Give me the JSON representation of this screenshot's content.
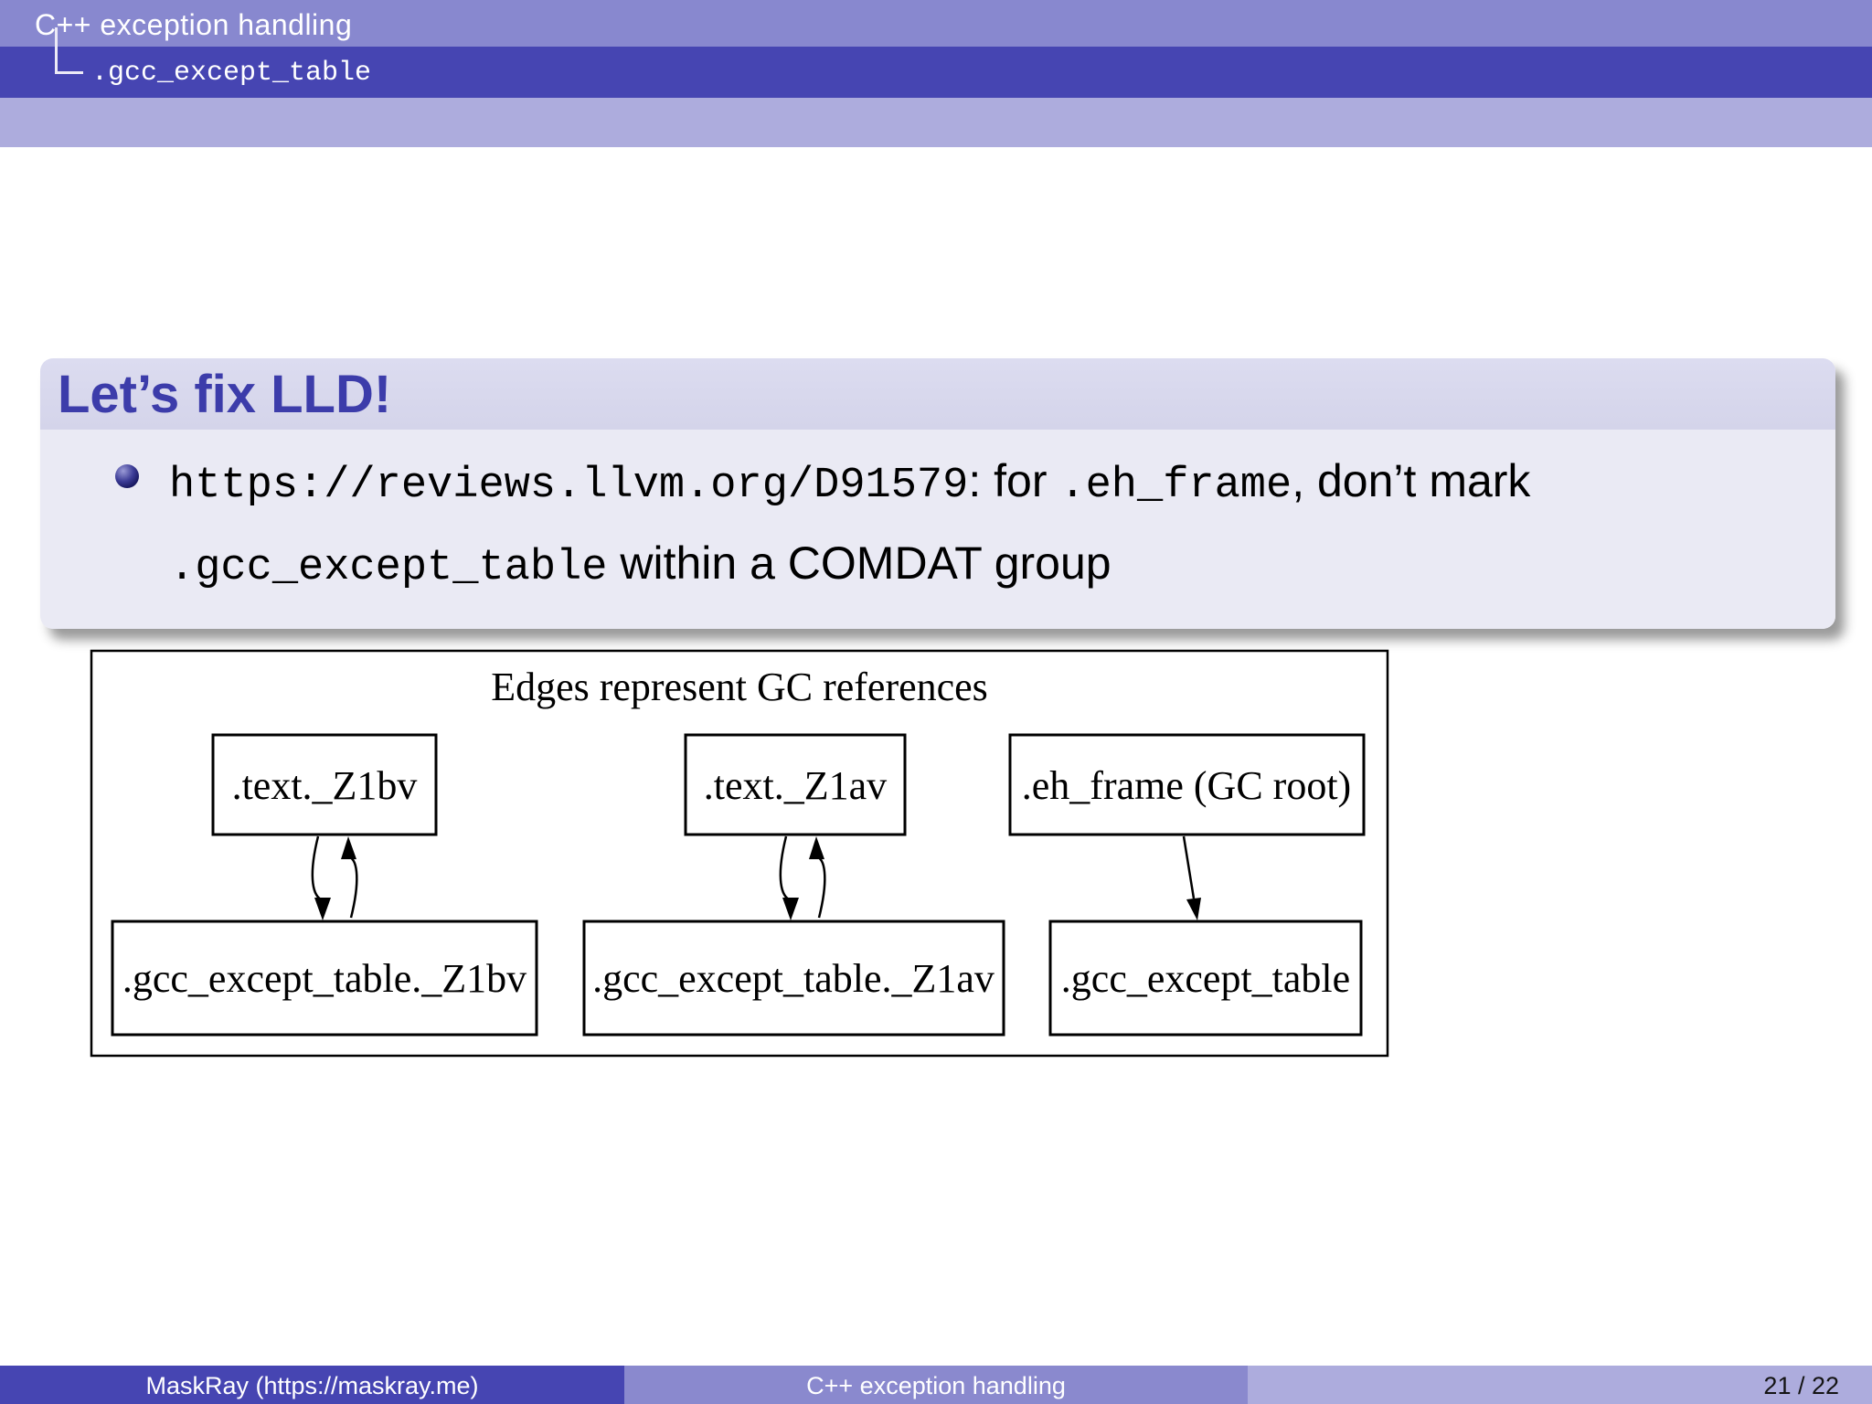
{
  "header": {
    "section": "C++ exception handling",
    "subsection": ".gcc_except_table"
  },
  "block": {
    "title": "Let’s fix LLD!",
    "item": {
      "lines": [
        {
          "segments": [
            {
              "mono": true,
              "text": "https://reviews.llvm.org/D91579"
            },
            {
              "mono": false,
              "text": ": for "
            },
            {
              "mono": true,
              "text": ".eh_frame"
            },
            {
              "mono": false,
              "text": ", don’t mark"
            }
          ]
        },
        {
          "segments": [
            {
              "mono": true,
              "text": ".gcc_except_table"
            },
            {
              "mono": false,
              "text": " within a COMDAT group"
            }
          ]
        }
      ]
    }
  },
  "diagram": {
    "caption": "Edges represent GC references",
    "nodes": [
      {
        "id": "text_z1bv",
        "label": ".text._Z1bv"
      },
      {
        "id": "text_z1av",
        "label": ".text._Z1av"
      },
      {
        "id": "eh_frame",
        "label": ".eh_frame (GC root)"
      },
      {
        "id": "gcc_et_z1bv",
        "label": ".gcc_except_table._Z1bv"
      },
      {
        "id": "gcc_et_z1av",
        "label": ".gcc_except_table._Z1av"
      },
      {
        "id": "gcc_et",
        "label": ".gcc_except_table"
      }
    ],
    "edges": [
      {
        "from": "text_z1bv",
        "to": "gcc_et_z1bv"
      },
      {
        "from": "gcc_et_z1bv",
        "to": "text_z1bv"
      },
      {
        "from": "text_z1av",
        "to": "gcc_et_z1av"
      },
      {
        "from": "gcc_et_z1av",
        "to": "text_z1av"
      },
      {
        "from": "eh_frame",
        "to": "gcc_et"
      }
    ]
  },
  "footer": {
    "author": "MaskRay  (https://maskray.me)",
    "slide_title": "C++ exception handling",
    "page": "21 / 22"
  },
  "colors": {
    "header_top": "#8888cf",
    "header_dark": "#4645b2",
    "header_strip": "#adacdd",
    "block_title_bg": "#d8d8ee",
    "block_body_bg": "#eaeaf4",
    "block_title_text": "#3c3caa",
    "footer_left": "#4645b2",
    "footer_mid": "#8a89ce",
    "footer_right": "#adacdd"
  }
}
